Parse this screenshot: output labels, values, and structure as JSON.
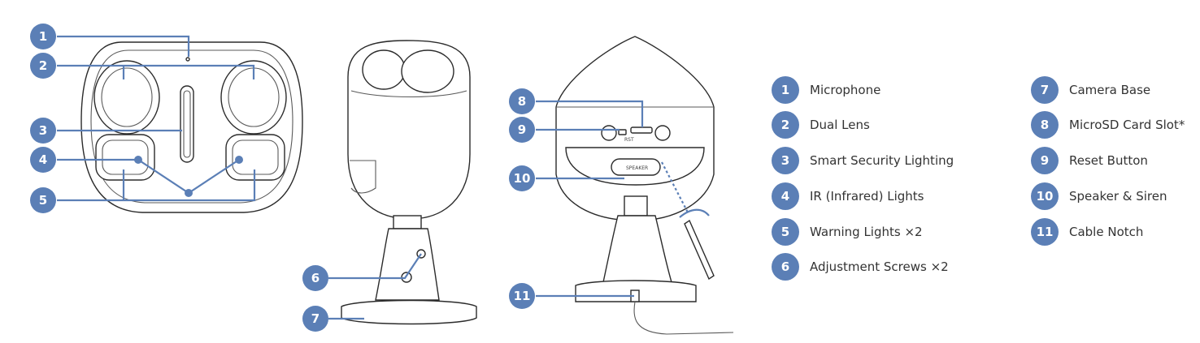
{
  "accent_color": "#5b7fb6",
  "legend": [
    {
      "num": "1",
      "label": "Microphone"
    },
    {
      "num": "2",
      "label": "Dual Lens"
    },
    {
      "num": "3",
      "label": "Smart Security Lighting"
    },
    {
      "num": "4",
      "label": "IR (Infrared) Lights"
    },
    {
      "num": "5",
      "label": "Warning Lights ×2"
    },
    {
      "num": "6",
      "label": "Adjustment Screws ×2"
    },
    {
      "num": "7",
      "label": "Camera Base"
    },
    {
      "num": "8",
      "label": "MicroSD Card Slot*"
    },
    {
      "num": "9",
      "label": "Reset Button"
    },
    {
      "num": "10",
      "label": "Speaker & Siren"
    },
    {
      "num": "11",
      "label": "Cable Notch"
    }
  ],
  "device_labels": {
    "reset_marking": "RST",
    "speaker_marking": "SPEAKER"
  }
}
